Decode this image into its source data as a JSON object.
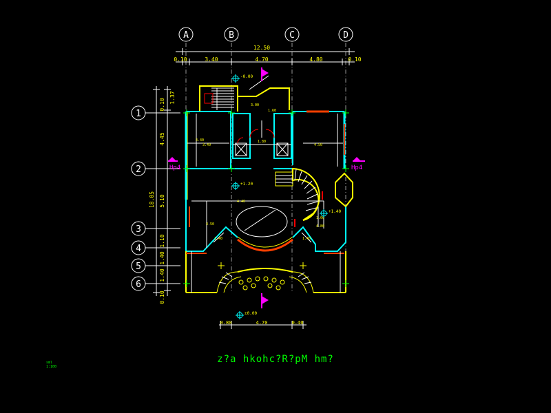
{
  "colors": {
    "background": "#000000",
    "axis": "#ffffff",
    "dimension": "#ffff00",
    "wall": "#00ffff",
    "window": "#ff4000",
    "door": "#ff0000",
    "stair": "#ffff00",
    "green": "#00ff00",
    "magenta": "#ff00ff",
    "title": "#00ff00"
  },
  "grid_columns": [
    "A",
    "B",
    "C",
    "D"
  ],
  "grid_rows": [
    "1",
    "2",
    "3",
    "4",
    "5",
    "6"
  ],
  "top_dimensions": {
    "overall": "12.50",
    "segments": [
      "0.10",
      "3.40",
      "4.70",
      "4.80",
      "0.10"
    ]
  },
  "left_dimensions": {
    "overall": "18.05",
    "segments": [
      "0.10",
      "1.37",
      "4.45",
      "5.10",
      "1.10",
      "1.40",
      "1.40",
      "0.10"
    ]
  },
  "bottom_dimensions": [
    "0.80",
    "4.70",
    "0.40"
  ],
  "levels": {
    "rear_entry": "-0.00",
    "hall": "+1.20",
    "landing": "+1.40",
    "front": "±0.00"
  },
  "section_markers": [
    "Hp4",
    "Hp4"
  ],
  "title": "z?a hkohc?R?pM hm?",
  "scale_note": [
    "sml",
    "1:100"
  ]
}
